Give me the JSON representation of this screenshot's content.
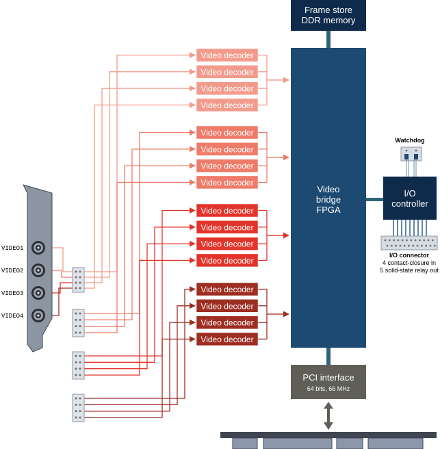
{
  "colors": {
    "group1": "#f29b8c",
    "group2": "#ee7b68",
    "group3": "#e2342a",
    "group4": "#9e2d22",
    "navy": "#1c4a73",
    "navy_dark": "#0f2b4c",
    "gray_block": "#5f5e57",
    "teal_link": "#2e6479",
    "bracket": "#8c96a3",
    "pci_bus": "#3f4652",
    "pci_slot": "#8d97ab"
  },
  "decoders": {
    "label": "Video decoder",
    "groups": [
      {
        "inputs": 4
      },
      {
        "inputs": 4
      },
      {
        "inputs": 4
      },
      {
        "inputs": 4
      }
    ]
  },
  "blocks": {
    "frame_store": {
      "line1": "Frame store",
      "line2": "DDR memory"
    },
    "fpga": {
      "line1": "Video",
      "line2": "bridge",
      "line3": "FPGA"
    },
    "io_controller": {
      "line1": "I/O",
      "line2": "controller"
    },
    "pci": {
      "title": "PCI interface",
      "sub": "64 bits, 66 MHz"
    }
  },
  "watchdog": {
    "label": "Watchdog"
  },
  "io_connector": {
    "title": "I/O connector",
    "line1": "4 contact-closure in",
    "line2": "5 solid-state relay out"
  },
  "bracket": {
    "inputs": [
      {
        "label": "VIDEO1"
      },
      {
        "label": "VIDEO2"
      },
      {
        "label": "VIDEO3"
      },
      {
        "label": "VIDEO4"
      }
    ]
  },
  "icons": {
    "bnc": "bnc-connector-icon",
    "header": "pin-header-connector-icon",
    "arrow": "bidirectional-arrow-icon"
  }
}
